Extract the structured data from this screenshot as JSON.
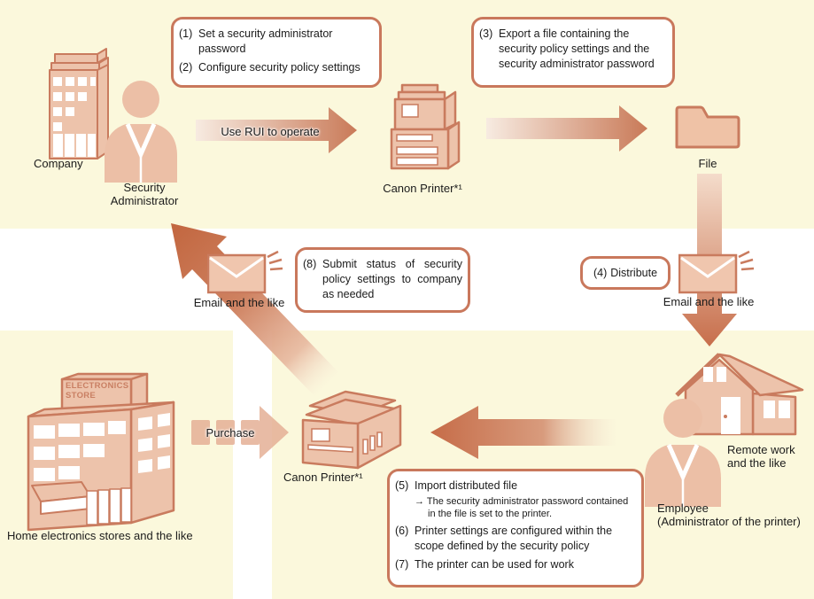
{
  "colors": {
    "cream_background": "#FBF8DC",
    "icon_fill": "#EDC3AB",
    "icon_outline": "#C97B5E",
    "callout_border": "#C9785C",
    "arrow_dark": "#C8714B",
    "arrow_light": "#F7EADF",
    "text": "#1B1B1B"
  },
  "nodes": {
    "company": {
      "label": "Company"
    },
    "security_admin": {
      "label": "Security Administrator"
    },
    "printer_top": {
      "label": "Canon Printer*¹"
    },
    "file": {
      "label": "File"
    },
    "email_right": {
      "label": "Email and the like"
    },
    "email_left": {
      "label": "Email and the like"
    },
    "house": {
      "label": "Remote work and the like"
    },
    "employee": {
      "label1": "Employee",
      "label2": "(Administrator of the printer)"
    },
    "printer_bottom": {
      "label": "Canon Printer*¹"
    },
    "store": {
      "label": "Home electronics stores and the like",
      "sign1": "ELECTRONICS",
      "sign2": "STORE"
    }
  },
  "arrows": {
    "rui": {
      "label": "Use RUI to operate"
    },
    "purchase": {
      "label": "Purchase"
    }
  },
  "callouts": {
    "setup": {
      "items": [
        {
          "num": "(1)",
          "text": "Set a security administrator password"
        },
        {
          "num": "(2)",
          "text": "Configure security policy settings"
        }
      ]
    },
    "export": {
      "num": "(3)",
      "text": "Export a file containing the security policy settings and the security administrator password"
    },
    "distribute": {
      "num": "(4)",
      "text": "Distribute"
    },
    "import": {
      "items": [
        {
          "num": "(5)",
          "text": "Import distributed file",
          "sub": "→ The security administrator password contained in the file is set to the printer."
        },
        {
          "num": "(6)",
          "text": "Printer settings are configured within the scope defined by the security policy"
        },
        {
          "num": "(7)",
          "text": "The printer can be used for work"
        }
      ]
    },
    "submit": {
      "num": "(8)",
      "text": "Submit status of security policy settings to company as needed"
    }
  }
}
